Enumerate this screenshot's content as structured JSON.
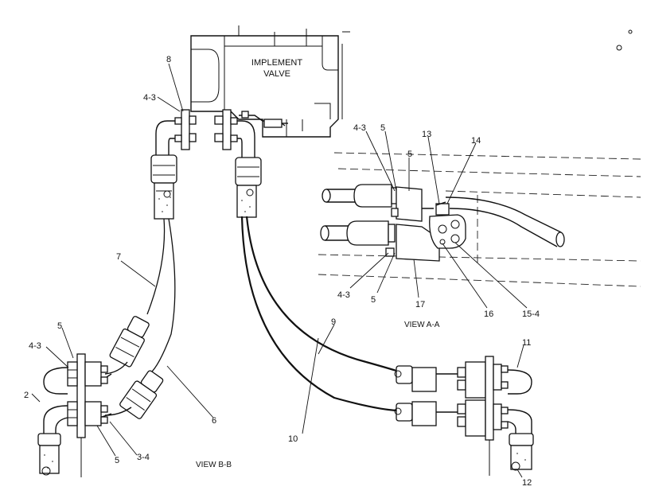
{
  "valve": {
    "line1": "IMPLEMENT",
    "line2": "VALVE"
  },
  "views": {
    "aa": "VIEW  A-A",
    "bb": "VIEW  B-B"
  },
  "callouts": {
    "c8": "8",
    "c4_3_top": "4-3",
    "c7": "7",
    "c5_left": "5",
    "c4_3_left": "4-3",
    "c2": "2",
    "c5_bottom": "5",
    "c3_4": "3-4",
    "c6": "6",
    "c9": "9",
    "c10": "10",
    "c11": "11",
    "c12": "12",
    "c4_3_aa_top": "4-3",
    "c5_aa_top": "5",
    "c5_aa_mid": "5",
    "c13": "13",
    "c14": "14",
    "c4_3_aa_bot": "4-3",
    "c5_aa_bot": "5",
    "c17": "17",
    "c16": "16",
    "c15_4": "15-4"
  }
}
